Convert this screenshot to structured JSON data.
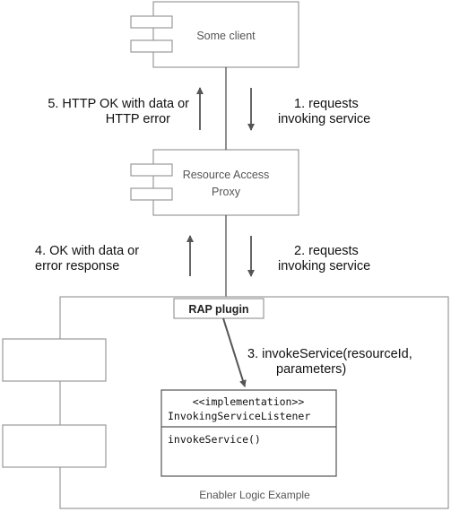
{
  "nodes": {
    "client": {
      "label": "Some client"
    },
    "proxy": {
      "label_line1": "Resource Access",
      "label_line2": "Proxy"
    },
    "enabler": {
      "label": "Enabler Logic Example"
    },
    "plugin": {
      "label": "RAP plugin"
    },
    "listener": {
      "stereotype": "<<implementation>>",
      "name": "InvokingServiceListener",
      "method": "invokeService()"
    }
  },
  "messages": {
    "m1": {
      "line1": "1. requests",
      "line2": "invoking service"
    },
    "m2": {
      "line1": "2. requests",
      "line2": "invoking service"
    },
    "m3": {
      "line1": "3. invokeService(resourceId,",
      "line2": "parameters)"
    },
    "m4": {
      "line1": "4. OK with data or",
      "line2": "error response"
    },
    "m5": {
      "line1": "5. HTTP OK with data or",
      "line2": "HTTP error"
    }
  },
  "colors": {
    "stroke": "#999999",
    "dark_stroke": "#444444",
    "arrow": "#555555"
  }
}
